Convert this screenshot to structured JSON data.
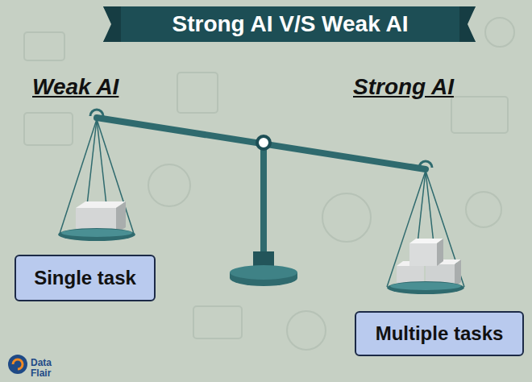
{
  "diagram": {
    "title": "Strong AI V/S Weak AI",
    "nodes": [
      {
        "text": [
          "Single task"
        ]
      },
      {
        "text": [
          "Multiple tasks"
        ]
      }
    ],
    "labels": [
      "Weak AI",
      "Strong AI",
      "Data Flair"
    ]
  }
}
